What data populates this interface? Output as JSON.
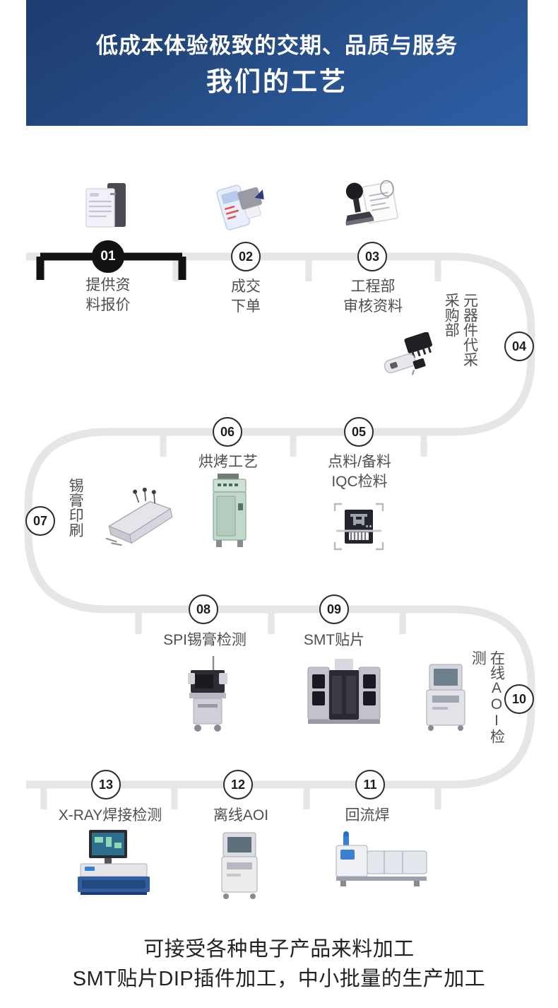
{
  "banner": {
    "subtitle": "低成本体验极致的交期、品质与服务",
    "title": "我们的工艺",
    "bg_from": "#1d3c70",
    "bg_to": "#2e5ea6",
    "text_color": "#ffffff"
  },
  "track": {
    "line_color": "#e6e6e6",
    "active_color": "#121212",
    "node_border": "#2b2b2b",
    "label_color": "#4f4f4f"
  },
  "steps": [
    {
      "num": "01",
      "label": "提供资\n料报价",
      "active": true,
      "icon": "document-printer-icon",
      "orientation": "horizontal"
    },
    {
      "num": "02",
      "label": "成交\n下单",
      "active": false,
      "icon": "mobile-order-icon",
      "orientation": "horizontal"
    },
    {
      "num": "03",
      "label": "工程部\n审核资料",
      "active": false,
      "icon": "stamp-approval-icon",
      "orientation": "horizontal"
    },
    {
      "num": "04",
      "label": "元器件代采\n采购部",
      "active": false,
      "icon": "ic-chip-icon",
      "orientation": "vertical"
    },
    {
      "num": "05",
      "label": "点料/备料\nIQC检料",
      "active": false,
      "icon": "pcb-scan-icon",
      "orientation": "horizontal"
    },
    {
      "num": "06",
      "label": "烘烤工艺",
      "active": false,
      "icon": "baking-oven-icon",
      "orientation": "horizontal"
    },
    {
      "num": "07",
      "label": "锡膏印刷",
      "active": false,
      "icon": "solder-printer-icon",
      "orientation": "vertical"
    },
    {
      "num": "08",
      "label": "SPI锡膏检测",
      "active": false,
      "icon": "spi-inspection-icon",
      "orientation": "horizontal"
    },
    {
      "num": "09",
      "label": "SMT贴片",
      "active": false,
      "icon": "pick-place-machine-icon",
      "orientation": "horizontal"
    },
    {
      "num": "10",
      "label": "在线AOI检测",
      "active": false,
      "icon": "aoi-online-icon",
      "orientation": "vertical"
    },
    {
      "num": "11",
      "label": "回流焊",
      "active": false,
      "icon": "reflow-oven-icon",
      "orientation": "horizontal"
    },
    {
      "num": "12",
      "label": "离线AOI",
      "active": false,
      "icon": "aoi-offline-icon",
      "orientation": "horizontal"
    },
    {
      "num": "13",
      "label": "X-RAY焊接检测",
      "active": false,
      "icon": "xray-inspection-icon",
      "orientation": "horizontal"
    }
  ],
  "footer": {
    "line1": "可接受各种电子产品来料加工",
    "line2": "SMT贴片DIP插件加工，中小批量的生产加工"
  }
}
